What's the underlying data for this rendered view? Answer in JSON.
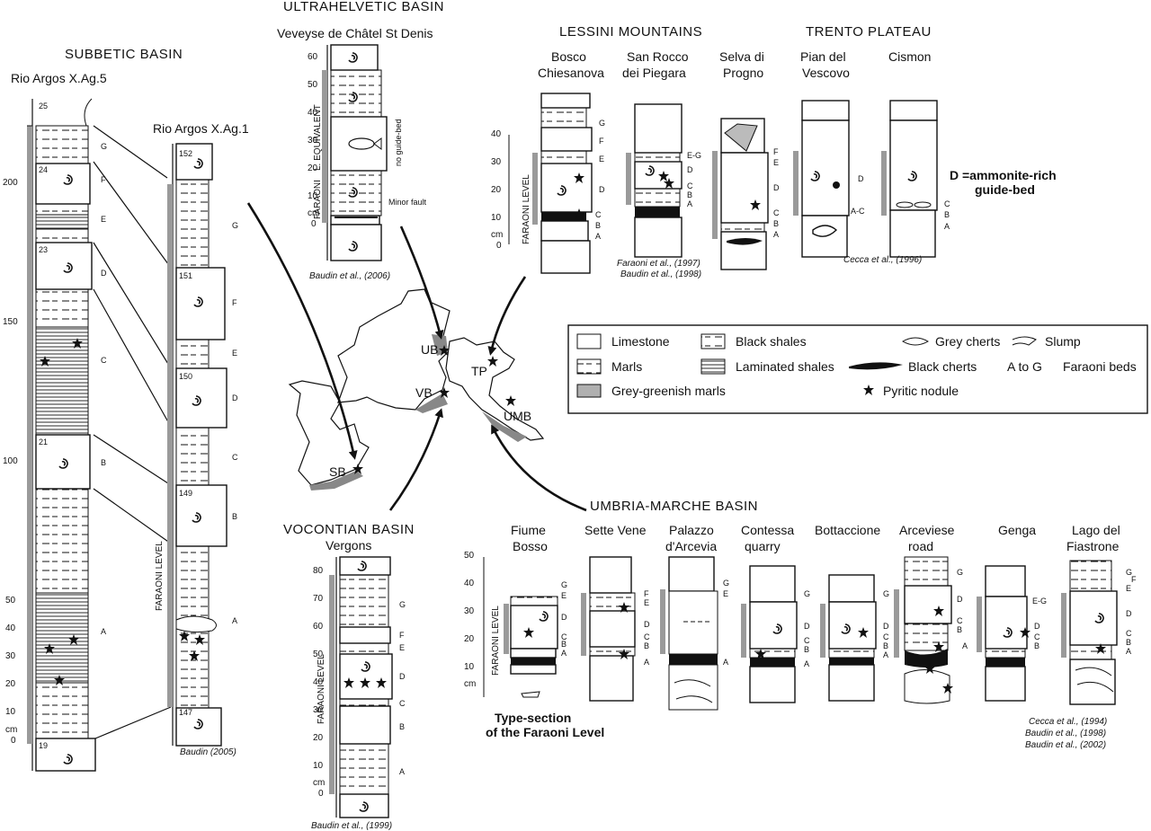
{
  "basins": {
    "subbetic": "SUBBETIC  BASIN",
    "ultrahelvetic": "ULTRAHELVETIC  BASIN",
    "lessini": "LESSINI MOUNTAINS",
    "trento": "TRENTO PLATEAU",
    "vocontian": "VOCONTIAN  BASIN",
    "umbria": "UMBRIA-MARCHE BASIN"
  },
  "sections": {
    "rio5": "Rio Argos X.Ag.5",
    "rio1": "Rio Argos X.Ag.1",
    "veveyse": "Veveyse de Châtel St Denis",
    "vergons": "Vergons",
    "lessini": [
      [
        "Bosco",
        "Chiesanova"
      ],
      [
        "San Rocco",
        "dei Piegara"
      ],
      [
        "Selva di",
        "Progno"
      ]
    ],
    "trento": [
      [
        "Pian del",
        "Vescovo"
      ],
      [
        "Cismon",
        ""
      ]
    ],
    "umbria": [
      [
        "Fiume",
        "Bosso"
      ],
      [
        "Sette Vene",
        ""
      ],
      [
        "Palazzo",
        "d'Arcevia"
      ],
      [
        "Contessa",
        "quarry"
      ],
      [
        "Bottaccione",
        ""
      ],
      [
        "Arceviese",
        "road"
      ],
      [
        "Genga",
        ""
      ],
      [
        "Lago del",
        "Fiastrone"
      ]
    ]
  },
  "axes": {
    "rio5": [
      "0",
      "10",
      "20",
      "30",
      "40",
      "50",
      "100",
      "150",
      "200"
    ],
    "veveyse": [
      "0",
      "10",
      "20",
      "30",
      "40",
      "50",
      "60"
    ],
    "lessini": [
      "0",
      "10",
      "20",
      "30",
      "40"
    ],
    "vergons": [
      "0",
      "10",
      "20",
      "30",
      "40",
      "50",
      "60",
      "70",
      "80"
    ],
    "umbria": [
      "10",
      "20",
      "30",
      "40",
      "50"
    ],
    "unit": "cm"
  },
  "bed_numbers": {
    "rio5": [
      "25",
      "24",
      "23",
      "21",
      "19"
    ],
    "rio1": [
      "152",
      "151",
      "150",
      "149",
      "147"
    ]
  },
  "faraoni_beds": {
    "rio5": [
      "G",
      "F",
      "E",
      "D",
      "C",
      "B",
      "A"
    ],
    "rio1": [
      "G",
      "F",
      "E",
      "D",
      "C",
      "B",
      "A"
    ],
    "vergons": [
      "G",
      "F",
      "E",
      "D",
      "C",
      "B",
      "A"
    ],
    "bosco": [
      "G",
      "F",
      "E",
      "D",
      "C",
      "B",
      "A"
    ],
    "sanrocco": [
      "E-G",
      "D",
      "C",
      "B",
      "A"
    ],
    "selva": [
      "F",
      "E",
      "D",
      "C",
      "B",
      "A"
    ],
    "pian": [
      "D",
      "A-C"
    ],
    "cismon": [
      "C",
      "B",
      "A"
    ]
  },
  "labels": {
    "faraoni_level": "FARAONI LEVEL",
    "faraoni_equivalent_a": "FARAONI",
    "faraoni_equivalent_b": "L. EQUIVALENT",
    "no_guide_bed": "no guide-bed",
    "minor_fault": "Minor fault",
    "ammonite_note_a": "D =ammonite-rich",
    "ammonite_note_b": "guide-bed",
    "type_section_a": "Type-section",
    "type_section_b": "of the Faraoni Level",
    "e_g": "E-G"
  },
  "refs": {
    "veveyse": "Baudin et al., (2006)",
    "rio1": "Baudin (2005)",
    "lessini_a": "Faraoni et al., (1997)",
    "lessini_b": "Baudin et al., (1998)",
    "trento": "Cecca et al., (1996)",
    "vergons": "Baudin et al., (1999)",
    "umbria_a": "Cecca et al., (1994)",
    "umbria_b": "Baudin et al., (1998)",
    "umbria_c": "Baudin et al., (2002)"
  },
  "map": {
    "sites": [
      "UB",
      "TP",
      "VB",
      "UMB",
      "SB"
    ]
  },
  "legend": {
    "items": [
      "Limestone",
      "Black shales",
      "Grey cherts",
      "Slump",
      "Marls",
      "Laminated shales",
      "Black cherts",
      "Faraoni beds",
      "Grey-greenish marls",
      "Pyritic nodule"
    ],
    "a_to_g": "A to G"
  }
}
